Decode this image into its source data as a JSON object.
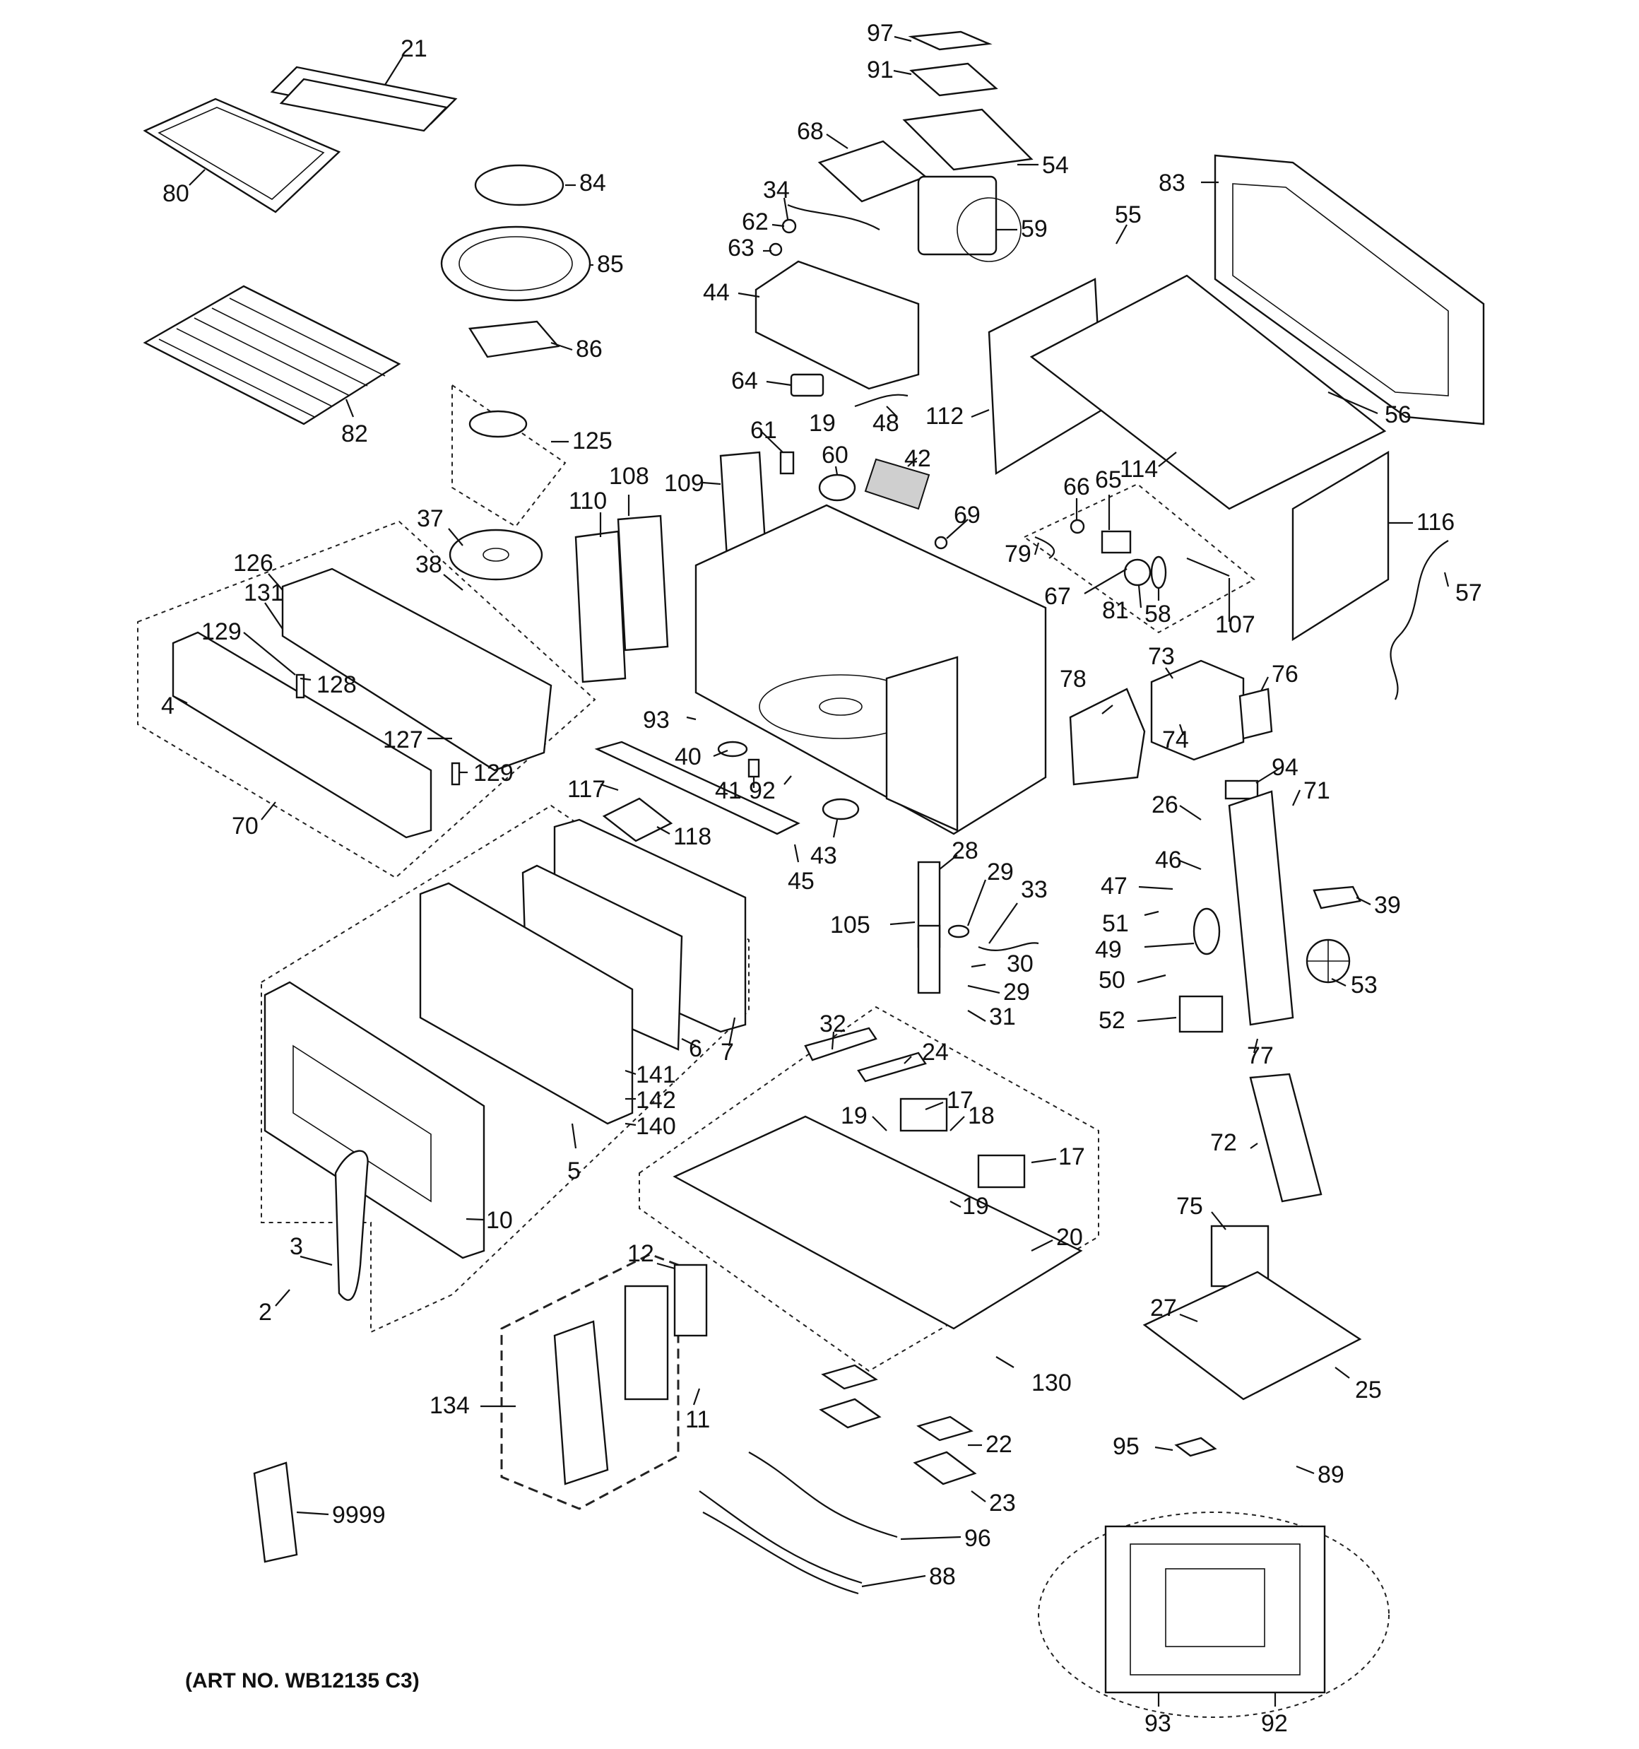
{
  "caption": "(ART NO. WB12135 C3)",
  "callouts": [
    {
      "id": "c97",
      "text": "97"
    },
    {
      "id": "c91",
      "text": "91"
    },
    {
      "id": "c21",
      "text": "21"
    },
    {
      "id": "c68",
      "text": "68"
    },
    {
      "id": "c54",
      "text": "54"
    },
    {
      "id": "c84",
      "text": "84"
    },
    {
      "id": "c80",
      "text": "80"
    },
    {
      "id": "c34",
      "text": "34"
    },
    {
      "id": "c62",
      "text": "62"
    },
    {
      "id": "c63",
      "text": "63"
    },
    {
      "id": "c59",
      "text": "59"
    },
    {
      "id": "c83",
      "text": "83"
    },
    {
      "id": "c55",
      "text": "55"
    },
    {
      "id": "c85",
      "text": "85"
    },
    {
      "id": "c44",
      "text": "44"
    },
    {
      "id": "c86",
      "text": "86"
    },
    {
      "id": "c64",
      "text": "64"
    },
    {
      "id": "c48",
      "text": "48"
    },
    {
      "id": "c19a",
      "text": "19"
    },
    {
      "id": "c112",
      "text": "112"
    },
    {
      "id": "c56",
      "text": "56"
    },
    {
      "id": "c82",
      "text": "82"
    },
    {
      "id": "c125",
      "text": "125"
    },
    {
      "id": "c61",
      "text": "61"
    },
    {
      "id": "c60",
      "text": "60"
    },
    {
      "id": "c42",
      "text": "42"
    },
    {
      "id": "c114",
      "text": "114"
    },
    {
      "id": "c108",
      "text": "108"
    },
    {
      "id": "c109",
      "text": "109"
    },
    {
      "id": "c110",
      "text": "110"
    },
    {
      "id": "c66",
      "text": "66"
    },
    {
      "id": "c65",
      "text": "65"
    },
    {
      "id": "c116",
      "text": "116"
    },
    {
      "id": "c37",
      "text": "37"
    },
    {
      "id": "c69",
      "text": "69"
    },
    {
      "id": "c79",
      "text": "79"
    },
    {
      "id": "c126",
      "text": "126"
    },
    {
      "id": "c38",
      "text": "38"
    },
    {
      "id": "c57",
      "text": "57"
    },
    {
      "id": "c131",
      "text": "131"
    },
    {
      "id": "c67",
      "text": "67"
    },
    {
      "id": "c81",
      "text": "81"
    },
    {
      "id": "c58",
      "text": "58"
    },
    {
      "id": "c107",
      "text": "107"
    },
    {
      "id": "c129a",
      "text": "129"
    },
    {
      "id": "c128",
      "text": "128"
    },
    {
      "id": "c73",
      "text": "73"
    },
    {
      "id": "c78",
      "text": "78"
    },
    {
      "id": "c76",
      "text": "76"
    },
    {
      "id": "c4",
      "text": "4"
    },
    {
      "id": "c93a",
      "text": "93"
    },
    {
      "id": "c74",
      "text": "74"
    },
    {
      "id": "c127",
      "text": "127"
    },
    {
      "id": "c129b",
      "text": "129"
    },
    {
      "id": "c40",
      "text": "40"
    },
    {
      "id": "c94",
      "text": "94"
    },
    {
      "id": "c117",
      "text": "117"
    },
    {
      "id": "c41",
      "text": "41"
    },
    {
      "id": "c92a",
      "text": "92"
    },
    {
      "id": "c70",
      "text": "70"
    },
    {
      "id": "c26",
      "text": "26"
    },
    {
      "id": "c71",
      "text": "71"
    },
    {
      "id": "c118",
      "text": "118"
    },
    {
      "id": "c43",
      "text": "43"
    },
    {
      "id": "c46",
      "text": "46"
    },
    {
      "id": "c28",
      "text": "28"
    },
    {
      "id": "c29a",
      "text": "29"
    },
    {
      "id": "c45",
      "text": "45"
    },
    {
      "id": "c33",
      "text": "33"
    },
    {
      "id": "c47",
      "text": "47"
    },
    {
      "id": "c39",
      "text": "39"
    },
    {
      "id": "c105",
      "text": "105"
    },
    {
      "id": "c51",
      "text": "51"
    },
    {
      "id": "c49",
      "text": "49"
    },
    {
      "id": "c30",
      "text": "30"
    },
    {
      "id": "c53",
      "text": "53"
    },
    {
      "id": "c29b",
      "text": "29"
    },
    {
      "id": "c50",
      "text": "50"
    },
    {
      "id": "c31",
      "text": "31"
    },
    {
      "id": "c52",
      "text": "52"
    },
    {
      "id": "c6",
      "text": "6"
    },
    {
      "id": "c7",
      "text": "7"
    },
    {
      "id": "c32",
      "text": "32"
    },
    {
      "id": "c24",
      "text": "24"
    },
    {
      "id": "c77",
      "text": "77"
    },
    {
      "id": "c141",
      "text": "141"
    },
    {
      "id": "c17a",
      "text": "17"
    },
    {
      "id": "c142",
      "text": "142"
    },
    {
      "id": "c19b",
      "text": "19"
    },
    {
      "id": "c18",
      "text": "18"
    },
    {
      "id": "c140",
      "text": "140"
    },
    {
      "id": "c72",
      "text": "72"
    },
    {
      "id": "c17b",
      "text": "17"
    },
    {
      "id": "c5",
      "text": "5"
    },
    {
      "id": "c19c",
      "text": "19"
    },
    {
      "id": "c75",
      "text": "75"
    },
    {
      "id": "c10",
      "text": "10"
    },
    {
      "id": "c20",
      "text": "20"
    },
    {
      "id": "c3",
      "text": "3"
    },
    {
      "id": "c12",
      "text": "12"
    },
    {
      "id": "c27",
      "text": "27"
    },
    {
      "id": "c2",
      "text": "2"
    },
    {
      "id": "c130",
      "text": "130"
    },
    {
      "id": "c25",
      "text": "25"
    },
    {
      "id": "c134",
      "text": "134"
    },
    {
      "id": "c11",
      "text": "11"
    },
    {
      "id": "c22",
      "text": "22"
    },
    {
      "id": "c95",
      "text": "95"
    },
    {
      "id": "c89",
      "text": "89"
    },
    {
      "id": "c23",
      "text": "23"
    },
    {
      "id": "c9999",
      "text": "9999"
    },
    {
      "id": "c96",
      "text": "96"
    },
    {
      "id": "c88",
      "text": "88"
    },
    {
      "id": "c93b",
      "text": "93"
    },
    {
      "id": "c92b",
      "text": "92"
    }
  ]
}
